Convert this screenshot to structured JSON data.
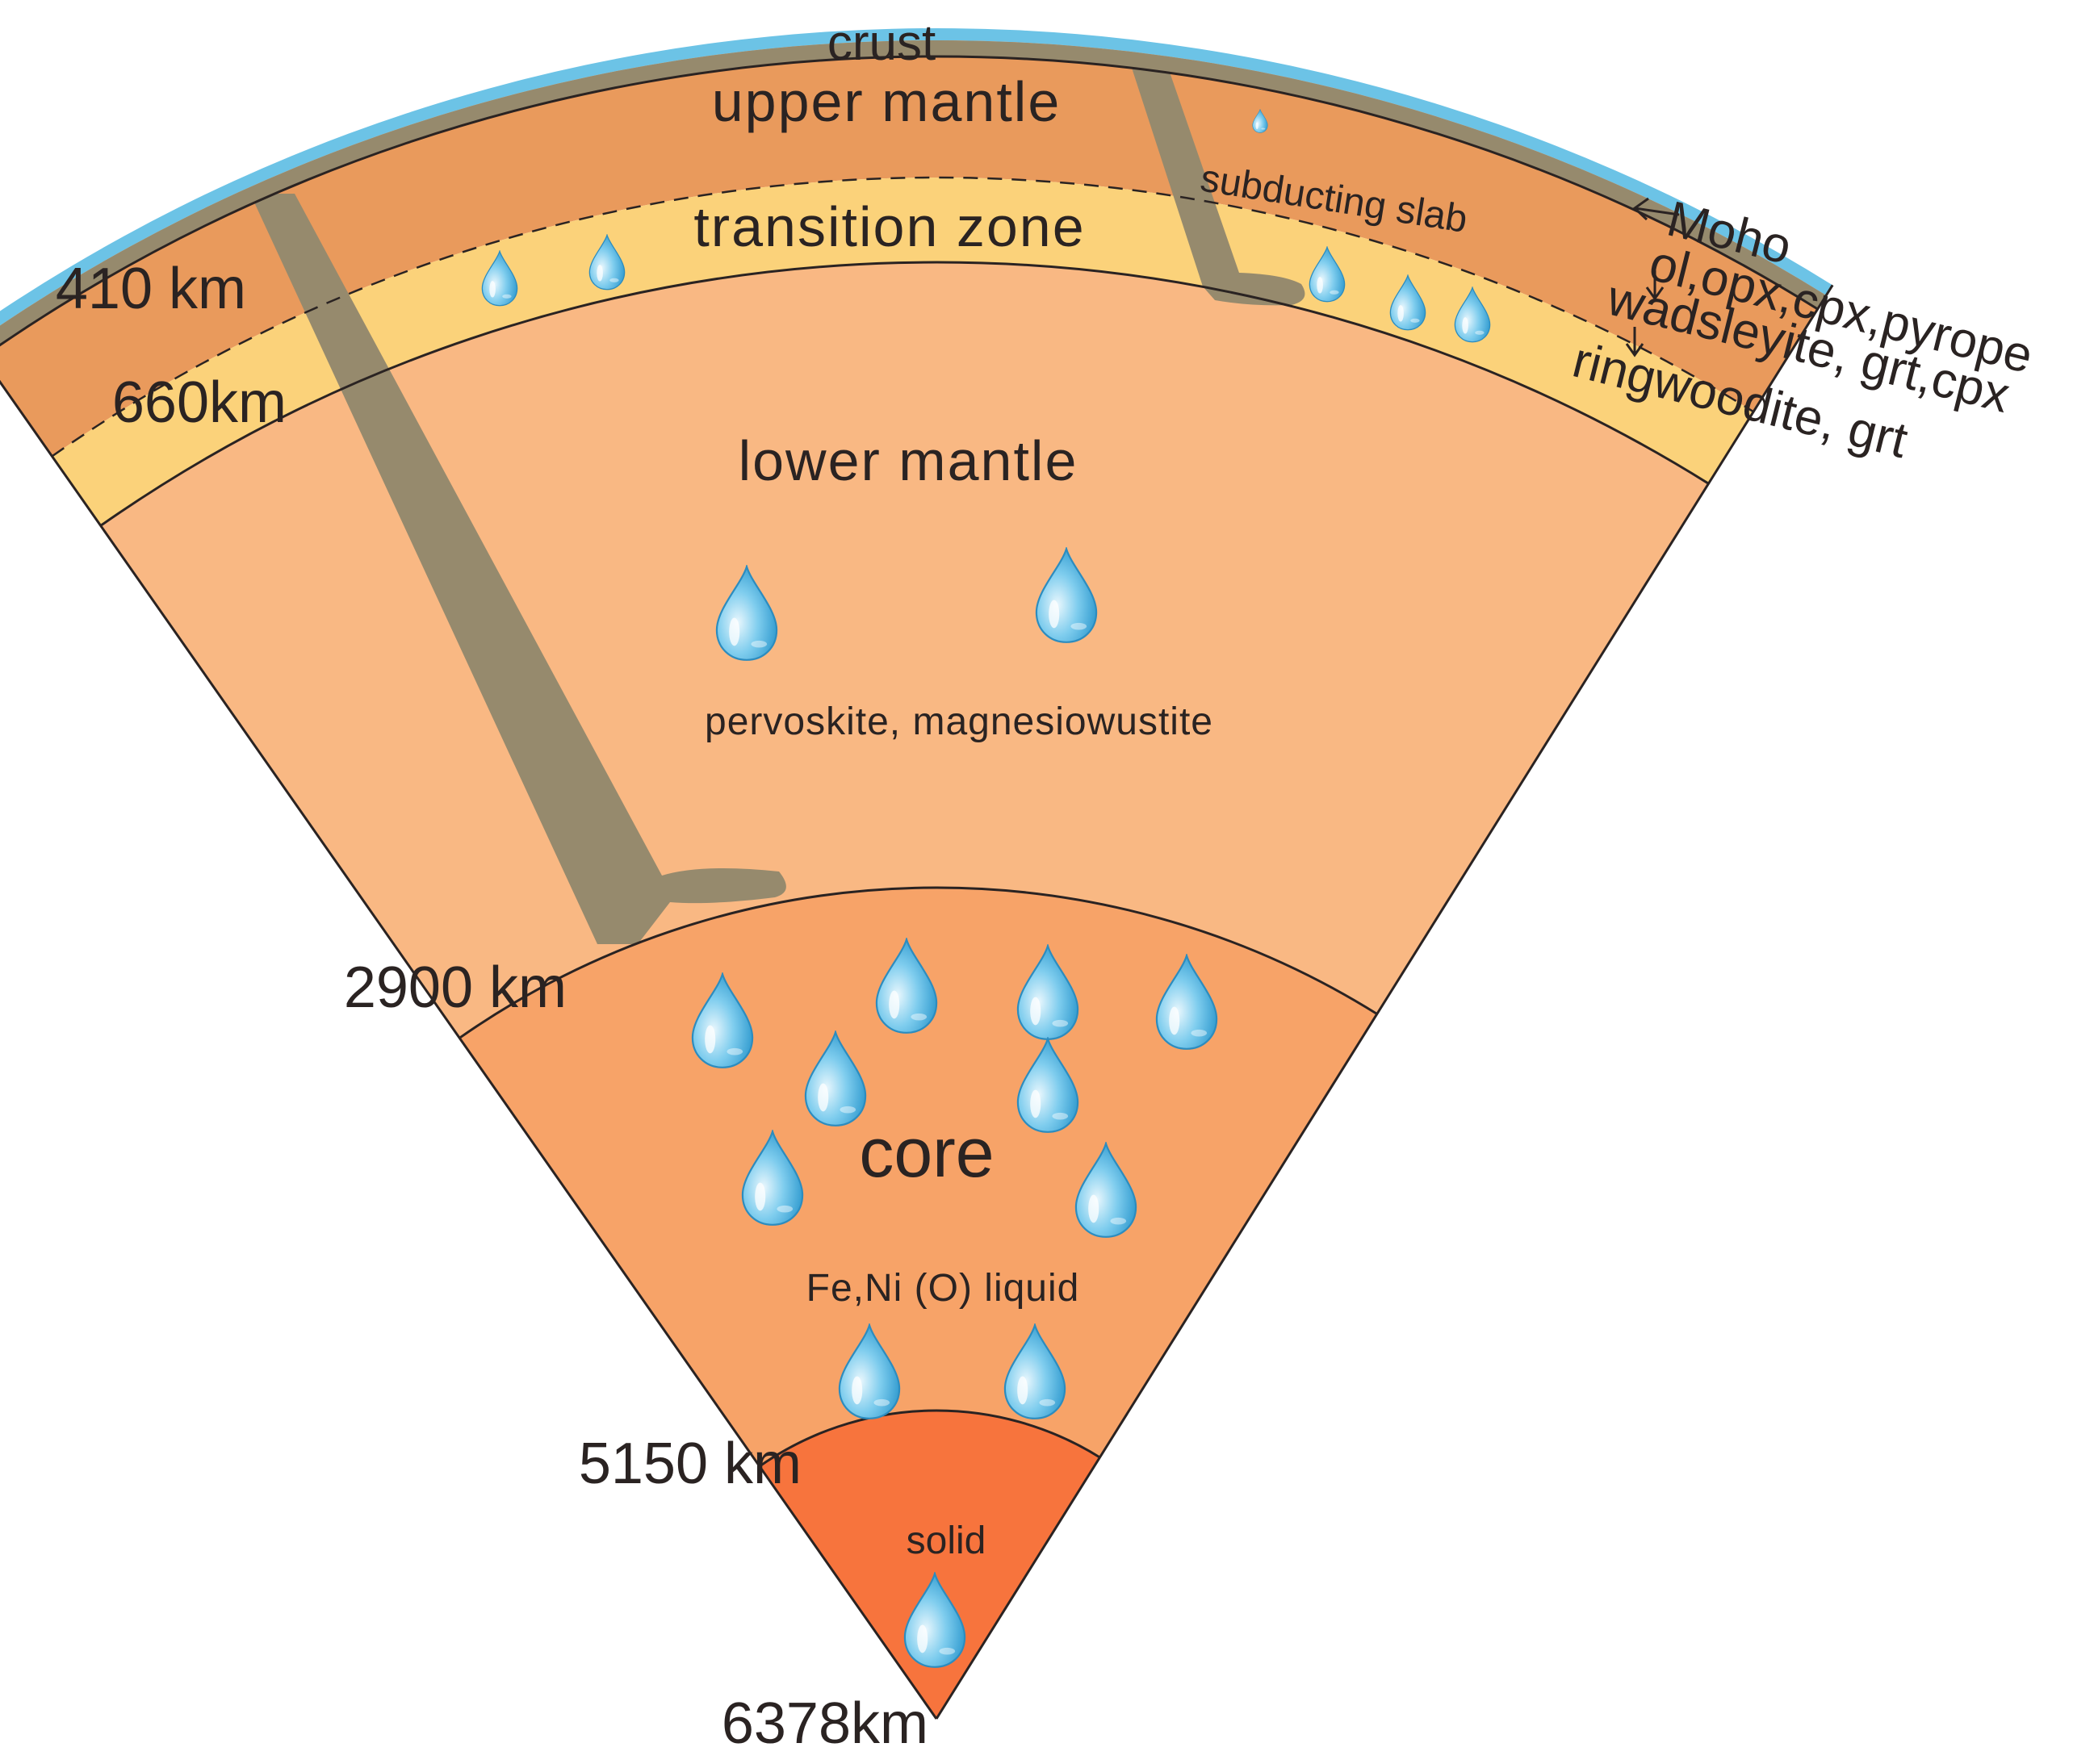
{
  "colors": {
    "crust": "#6cc3e6",
    "upper_mantle": "#e99a5c",
    "transition_zone": "#fbd27a",
    "lower_mantle": "#f9b883",
    "outer_core": "#f7a368",
    "inner_core": "#f7743d",
    "slab": "#968a6d",
    "outline": "#2a2322",
    "drop": "#3aa6d9"
  },
  "layers": {
    "crust": "crust",
    "upper_mantle": "upper mantle",
    "transition_zone": "transition zone",
    "lower_mantle": "lower mantle",
    "lower_mantle_minerals": "pervoskite, magnesiowustite",
    "core": "core",
    "core_composition": "Fe,Ni (O) liquid",
    "inner_core": "solid",
    "slab": "subducting slab"
  },
  "depths": {
    "d410": "410 km",
    "d660": "660km",
    "d2900": "2900 km",
    "d5150": "5150 km",
    "d6378": "6378km"
  },
  "annotations": {
    "moho": "Moho",
    "upper_mantle_minerals": "ol,opx,cpx,pyrope",
    "transition_minerals": "wadsleyite, grt,cpx",
    "lower_transition_minerals": "ringwoodite, grt"
  },
  "icons": {
    "water_drop": "water-drop-icon",
    "arrow": "arrow-icon"
  }
}
